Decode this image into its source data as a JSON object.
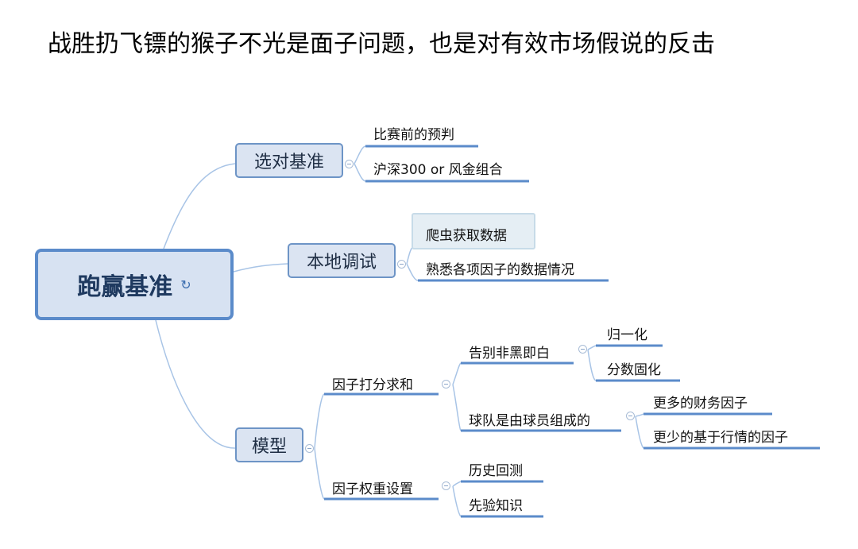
{
  "title": "战胜扔飞镖的猴子不光是面子问题，也是对有效市场假说的反击",
  "root": {
    "label": "跑赢基准",
    "icon": "refresh-icon"
  },
  "branches": {
    "b1": {
      "label": "选对基准",
      "children": [
        "比赛前的预判",
        "沪深300 or 风金组合"
      ]
    },
    "b2": {
      "label": "本地调试",
      "children": [
        "爬虫获取数据",
        "熟悉各项因子的数据情况"
      ],
      "selected": "爬虫获取数据"
    },
    "b3": {
      "label": "模型",
      "children": [
        {
          "label": "因子打分求和",
          "children": [
            {
              "label": "告别非黑即白",
              "children": [
                "归一化",
                "分数固化"
              ]
            },
            {
              "label": "球队是由球员组成的",
              "children": [
                "更多的财务因子",
                "更少的基于行情的因子"
              ]
            }
          ]
        },
        {
          "label": "因子权重设置",
          "children": [
            "历史回测",
            "先验知识"
          ]
        }
      ]
    }
  },
  "colors": {
    "line": "#5b8bca",
    "curve": "#a8c4e6",
    "node_fill": "#dbe4f2",
    "node_border": "#6d94c6"
  }
}
